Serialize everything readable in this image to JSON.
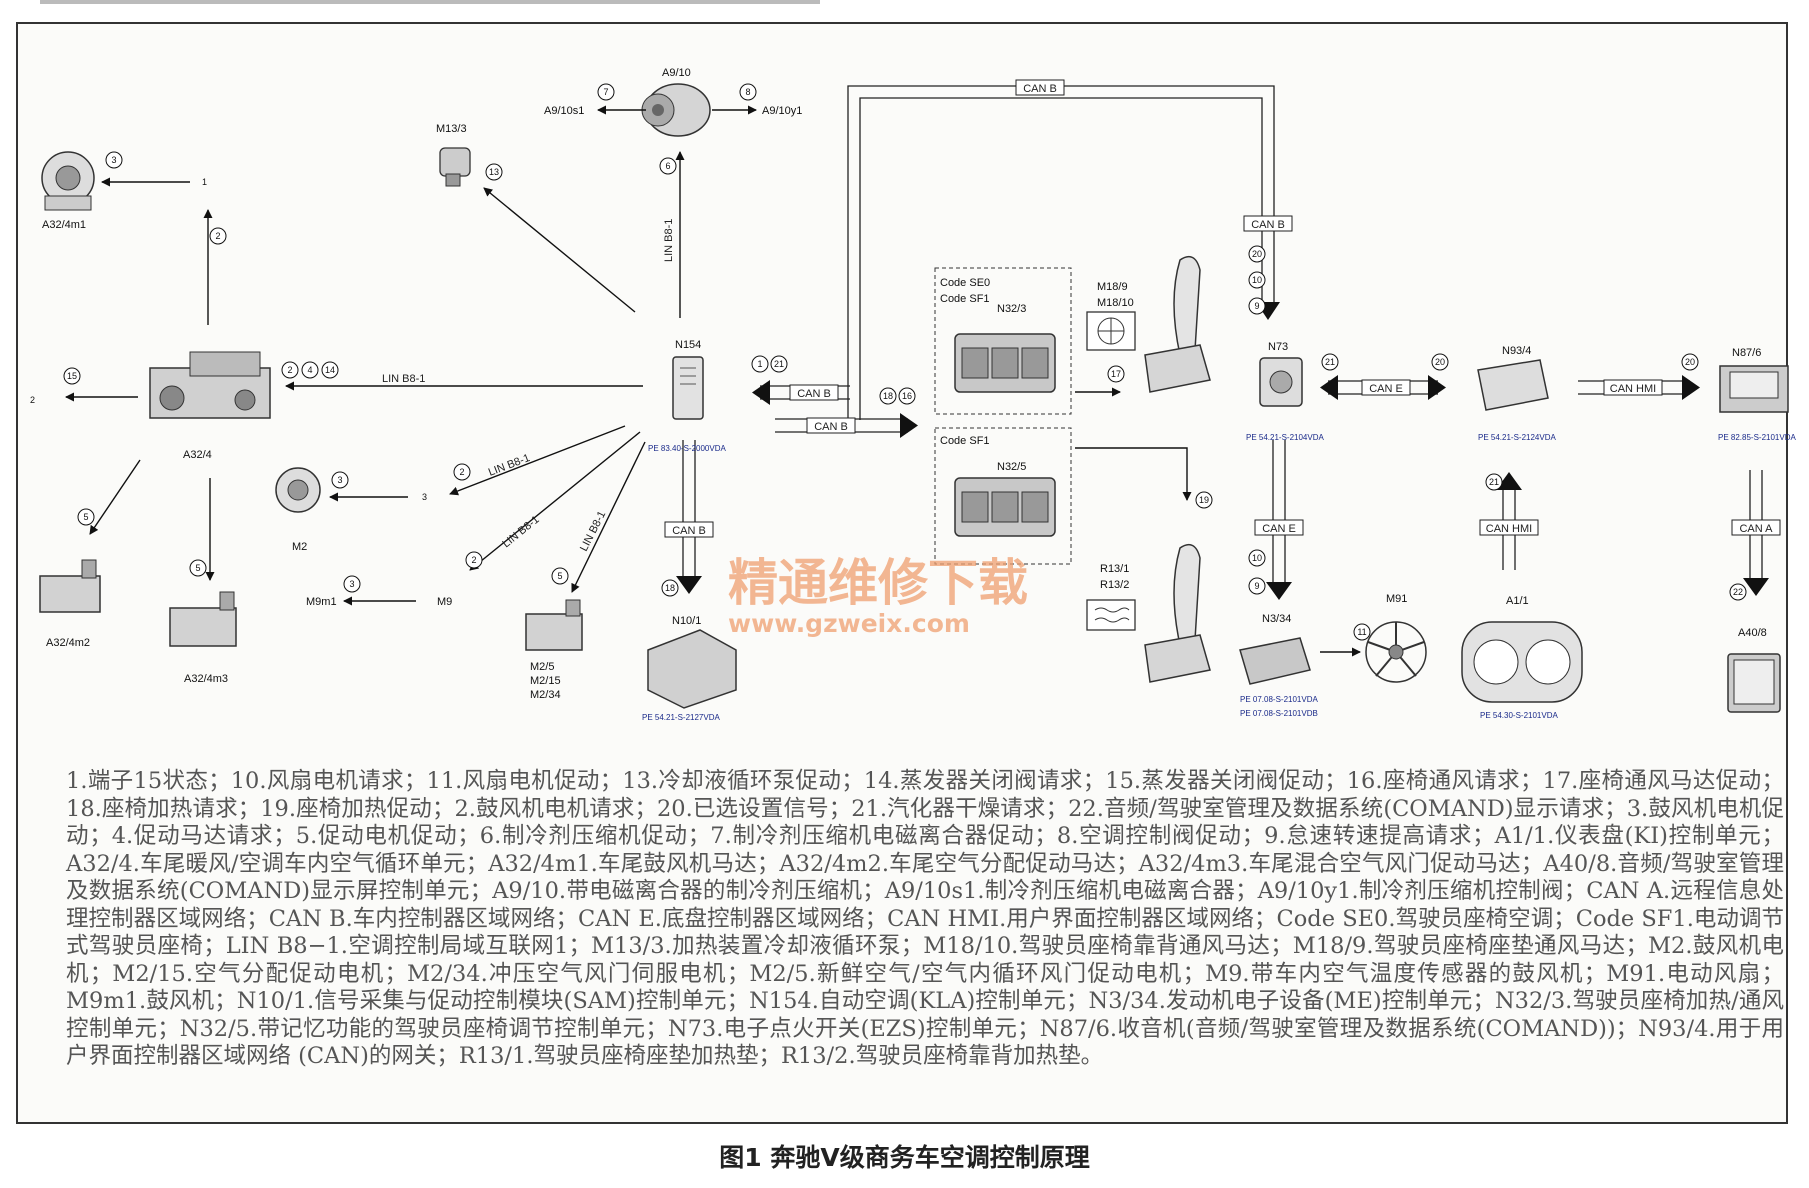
{
  "caption": "图1 奔驰V级商务车空调控制原理",
  "watermark": {
    "cn": "精通维修下载",
    "url": "www.gzweix.com"
  },
  "components": {
    "A32_4m1": "A32/4m1",
    "A9_10": "A9/10",
    "A9_10s1": "A9/10s1",
    "A9_10y1": "A9/10y1",
    "M13_3": "M13/3",
    "N154": "N154",
    "A32_4": "A32/4",
    "M2": "M2",
    "M9": "M9",
    "M9m1": "M9m1",
    "A32_4m2": "A32/4m2",
    "A32_4m3": "A32/4m3",
    "M2_5": "M2/5",
    "M2_15": "M2/15",
    "M2_34": "M2/34",
    "N10_1": "N10/1",
    "N32_3": "N32/3",
    "N32_5": "N32/5",
    "M18_9": "M18/9",
    "M18_10": "M18/10",
    "R13_1": "R13/1",
    "R13_2": "R13/2",
    "N73": "N73",
    "N93_4": "N93/4",
    "N87_6": "N87/6",
    "N3_34": "N3/34",
    "M91": "M91",
    "A1_1": "A1/1",
    "A40_8": "A40/8"
  },
  "codes": {
    "se0": "Code SE0",
    "sf1": "Code SF1"
  },
  "buses": {
    "can_b": "CAN B",
    "can_e": "CAN E",
    "can_hmi": "CAN HMI",
    "can_a": "CAN A",
    "lin": "LIN B8-1"
  },
  "refs": {
    "n154": "PE 83.40-S-2000VDA",
    "n10": "PE 54.21-S-2127VDA",
    "n73": "PE 54.21-S-2104VDA",
    "n93": "PE 54.21-S-2124VDA",
    "n87": "PE 82.85-S-2101VDA",
    "n3a": "PE 07.08-S-2101VDA",
    "n3b": "PE 07.08-S-2101VDB",
    "a1": "PE 54.30-S-2101VDA"
  },
  "plain_numbers": {
    "n1": "1",
    "n2": "2",
    "n3": "3"
  },
  "signals": {
    "s2": "2",
    "s3": "3",
    "s4": "4",
    "s5": "5",
    "s6": "6",
    "s7": "7",
    "s8": "8",
    "s9": "9",
    "s10": "10",
    "s11": "11",
    "s13": "13",
    "s14": "14",
    "s15": "15",
    "s16": "16",
    "s17": "17",
    "s18": "18",
    "s19": "19",
    "s20": "20",
    "s21": "21",
    "s22": "22",
    "s1": "1"
  },
  "legend_text": "1.端子15状态；10.风扇电机请求；11.风扇电机促动；13.冷却液循环泵促动；14.蒸发器关闭阀请求；15.蒸发器关闭阀促动；16.座椅通风请求；17.座椅通风马达促动；18.座椅加热请求；19.座椅加热促动；2.鼓风机电机请求；20.已选设置信号；21.汽化器干燥请求；22.音频/驾驶室管理及数据系统(COMAND)显示请求；3.鼓风机电机促动；4.促动马达请求；5.促动电机促动；6.制冷剂压缩机促动；7.制冷剂压缩机电磁离合器促动；8.空调控制阀促动；9.怠速转速提高请求；A1/1.仪表盘(KI)控制单元；A32/4.车尾暖风/空调车内空气循环单元；A32/4m1.车尾鼓风机马达；A32/4m2.车尾空气分配促动马达；A32/4m3.车尾混合空气风门促动马达；A40/8.音频/驾驶室管理及数据系统(COMAND)显示屏控制单元；A9/10.带电磁离合器的制冷剂压缩机；A9/10s1.制冷剂压缩机电磁离合器；A9/10y1.制冷剂压缩机控制阀；CAN A.远程信息处理控制器区域网络；CAN B.车内控制器区域网络；CAN E.底盘控制器区域网络；CAN HMI.用户界面控制器区域网络；Code SE0.驾驶员座椅空调；Code SF1.电动调节式驾驶员座椅；LIN B8−1.空调控制局域互联网1；M13/3.加热装置冷却液循环泵；M18/10.驾驶员座椅靠背通风马达；M18/9.驾驶员座椅座垫通风马达；M2.鼓风机电机；M2/15.空气分配促动电机；M2/34.冲压空气风门伺服电机；M2/5.新鲜空气/空气内循环风门促动电机；M9.带车内空气温度传感器的鼓风机；M91.电动风扇；M9m1.鼓风机；N10/1.信号采集与促动控制模块(SAM)控制单元；N154.自动空调(KLA)控制单元；N3/34.发动机电子设备(ME)控制单元；N32/3.驾驶员座椅加热/通风控制单元；N32/5.带记忆功能的驾驶员座椅调节控制单元；N73.电子点火开关(EZS)控制单元；N87/6.收音机(音频/驾驶室管理及数据系统(COMAND))；N93/4.用于用户界面控制器区域网络 (CAN)的网关；R13/1.驾驶员座椅座垫加热垫；R13/2.驾驶员座椅靠背加热垫。"
}
